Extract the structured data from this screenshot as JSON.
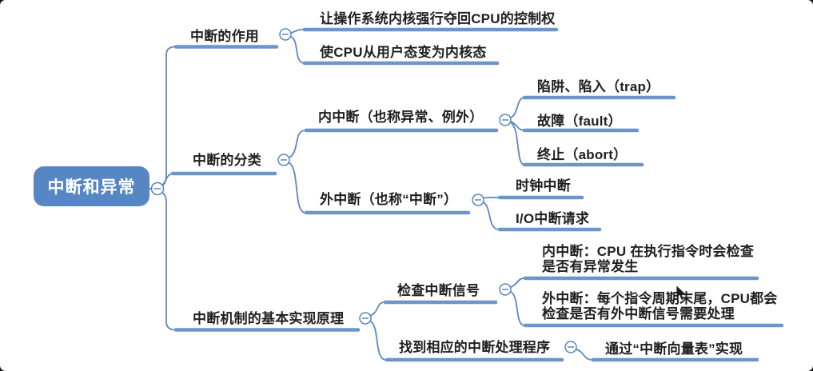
{
  "app": {
    "canvas_background": "#ffffff",
    "branch_line_color": "#6C95CA",
    "connector_color": "#5C87BF",
    "root_fill_color": "#5687C4",
    "root_text_color": "#ffffff",
    "text_color": "#1f1f1f"
  },
  "icons": {
    "collapse": "minus-circle",
    "pointer": "arrow-cursor"
  },
  "mindmap": {
    "root": {
      "label": "中断和异常"
    },
    "branches": [
      {
        "label": "中断的作用",
        "children": [
          {
            "label": "让操作系统内核强行夺回CPU的控制权"
          },
          {
            "label": "使CPU从用户态变为内核态"
          }
        ]
      },
      {
        "label": "中断的分类",
        "children": [
          {
            "label": "内中断（也称异常、例外）",
            "children": [
              {
                "label": "陷阱、陷入（trap）"
              },
              {
                "label": "故障（fault）"
              },
              {
                "label": "终止（abort）"
              }
            ]
          },
          {
            "label": "外中断（也称“中断”）",
            "children": [
              {
                "label": "时钟中断"
              },
              {
                "label": "I/O中断请求"
              }
            ]
          }
        ]
      },
      {
        "label": "中断机制的基本实现原理",
        "children": [
          {
            "label": "检查中断信号",
            "children": [
              {
                "lines": [
                  "内中断：CPU 在执行指令时会检查",
                  "是否有异常发生"
                ]
              },
              {
                "lines": [
                  "外中断：每个指令周期末尾，CPU都会",
                  "检查是否有外中断信号需要处理"
                ]
              }
            ]
          },
          {
            "label": "找到相应的中断处理程序",
            "children": [
              {
                "label": "通过“中断向量表”实现"
              }
            ]
          }
        ]
      }
    ]
  }
}
